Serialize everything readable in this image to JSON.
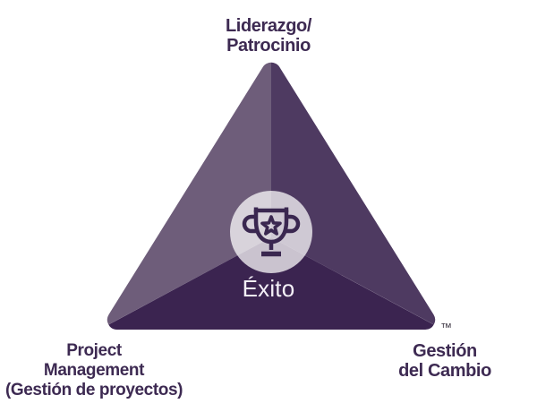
{
  "diagram": {
    "labels": {
      "top": "Liderazgo/\nPatrocinio",
      "bottom_left": "Project\nManagement\n(Gestión de proyectos)",
      "bottom_right": "Gestión\ndel Cambio",
      "center": "Éxito",
      "trademark": "™"
    },
    "icon": "trophy-icon",
    "colors": {
      "face_left": "#6E5D7A",
      "face_right": "#4E3A61",
      "face_bottom": "#3B2450",
      "label_text": "#3D2A52",
      "center_text": "#F4F0F7",
      "icon_stroke": "#3A2750",
      "circle_fill": "#FFFFFF",
      "trademark_text": "#3A3340"
    }
  }
}
